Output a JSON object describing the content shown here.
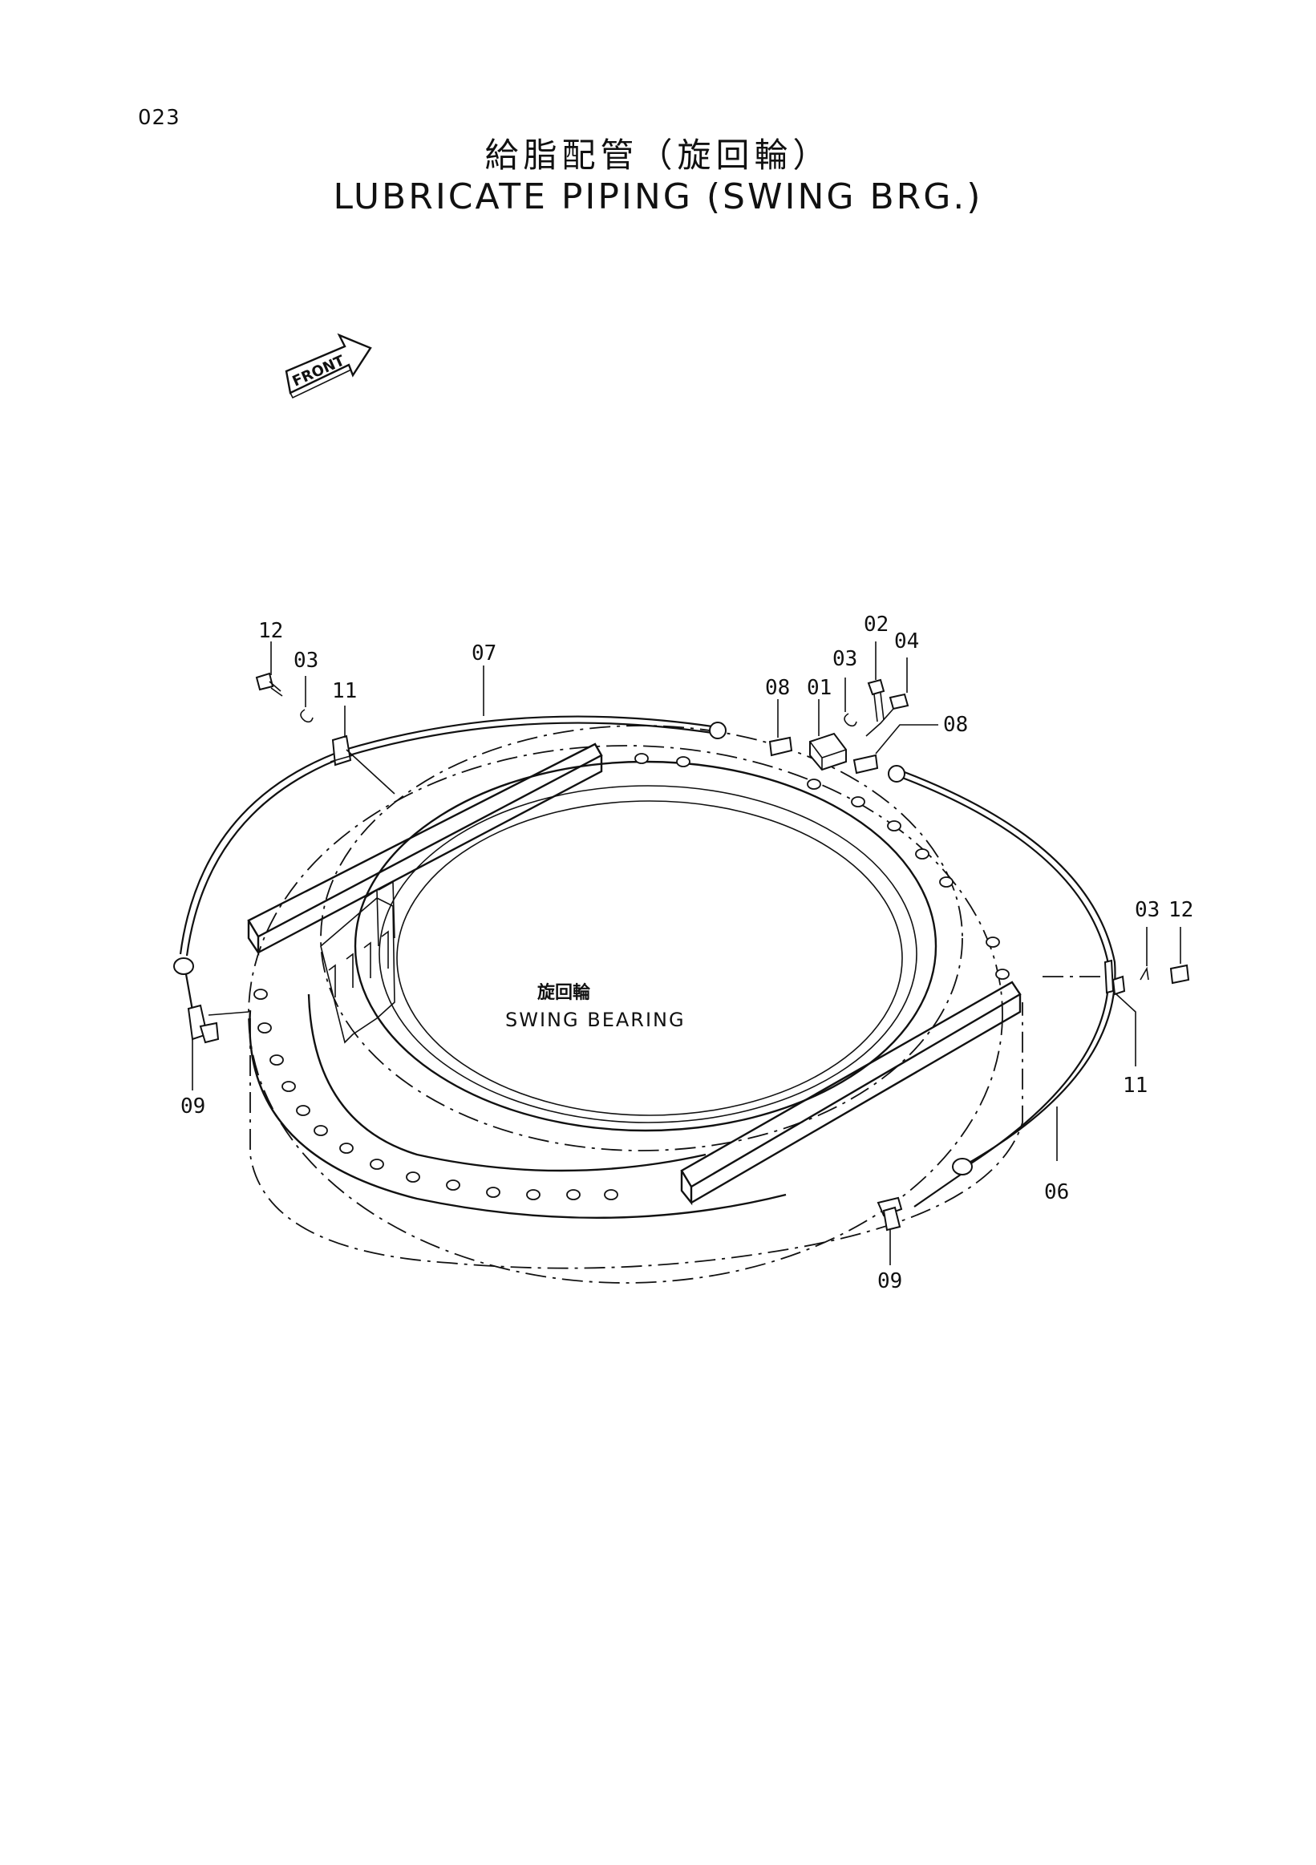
{
  "page": {
    "number": "023",
    "title_jp": "給脂配管（旋回輪）",
    "title_en": "LUBRICATE PIPING (SWING BRG.)"
  },
  "diagram": {
    "front_label": "FRONT",
    "center_label_jp": "旋回輪",
    "center_label_en": "SWING BEARING",
    "callouts": [
      "12",
      "03",
      "11",
      "07",
      "02",
      "03",
      "04",
      "08",
      "01",
      "08",
      "03",
      "12",
      "11",
      "06",
      "09",
      "09"
    ]
  }
}
